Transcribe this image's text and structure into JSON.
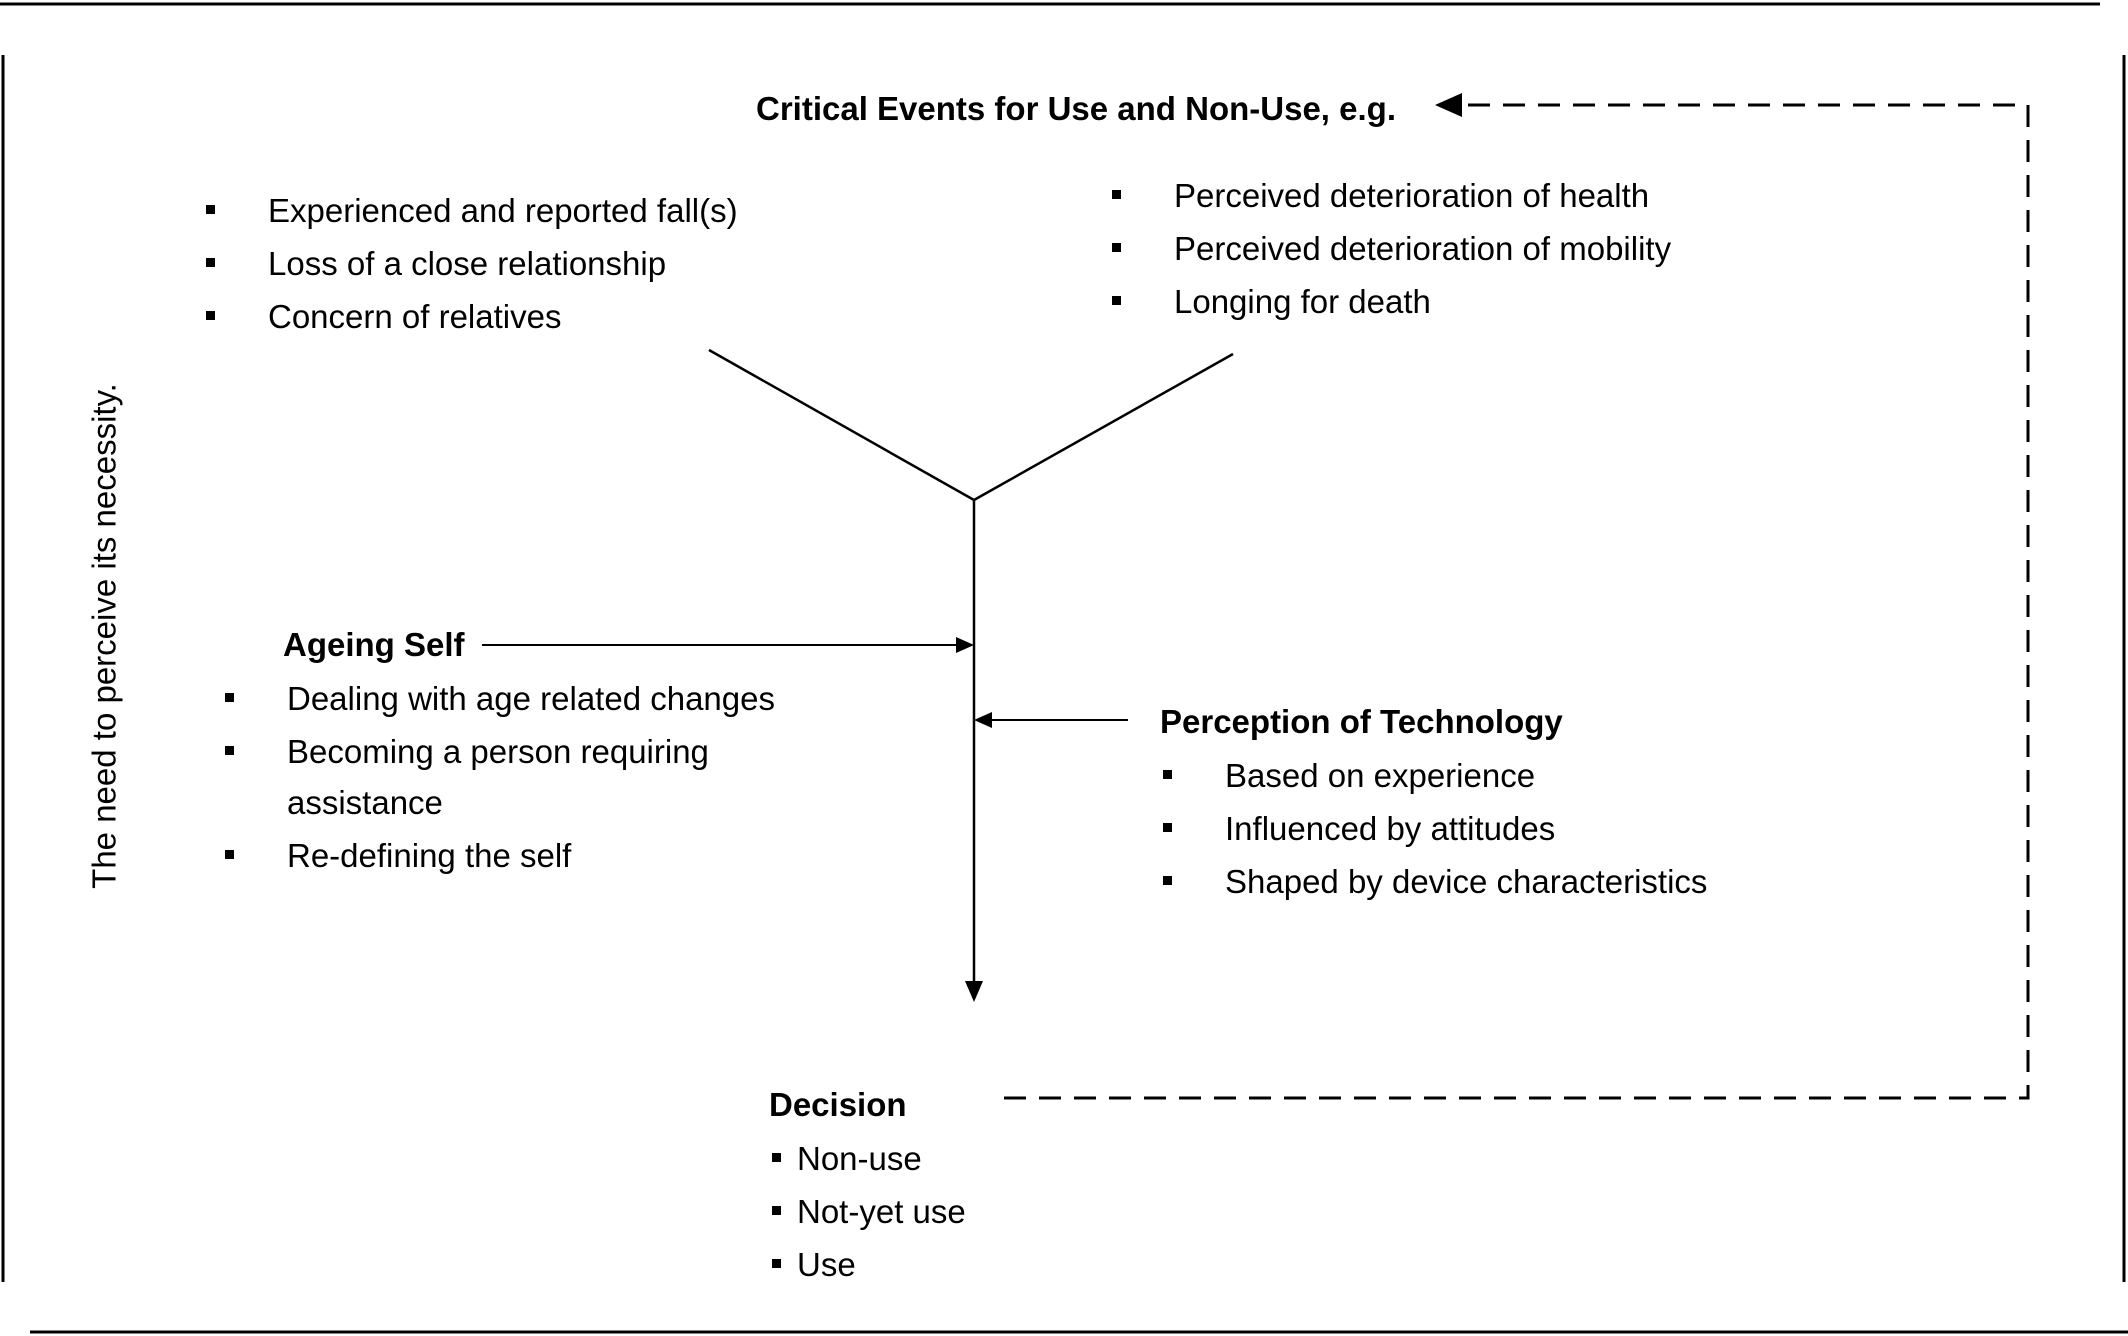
{
  "side_label": "The need to perceive its necessity.",
  "critical_events": {
    "title": "Critical Events for Use and Non-Use, e.g.",
    "left_items": [
      "Experienced and reported fall(s)",
      "Loss of a close relationship",
      "Concern of relatives"
    ],
    "right_items": [
      "Perceived deterioration of health",
      "Perceived deterioration of mobility",
      "Longing for death"
    ]
  },
  "ageing_self": {
    "title": "Ageing Self",
    "items": [
      "Dealing with age related changes",
      "Becoming a person requiring",
      "assistance",
      "Re-defining the self"
    ]
  },
  "perception_of_technology": {
    "title": "Perception of Technology",
    "items": [
      "Based on experience",
      "Influenced by attitudes",
      "Shaped by device characteristics"
    ]
  },
  "decision": {
    "title": "Decision",
    "items": [
      "Non-use",
      "Not-yet use",
      "Use"
    ]
  }
}
